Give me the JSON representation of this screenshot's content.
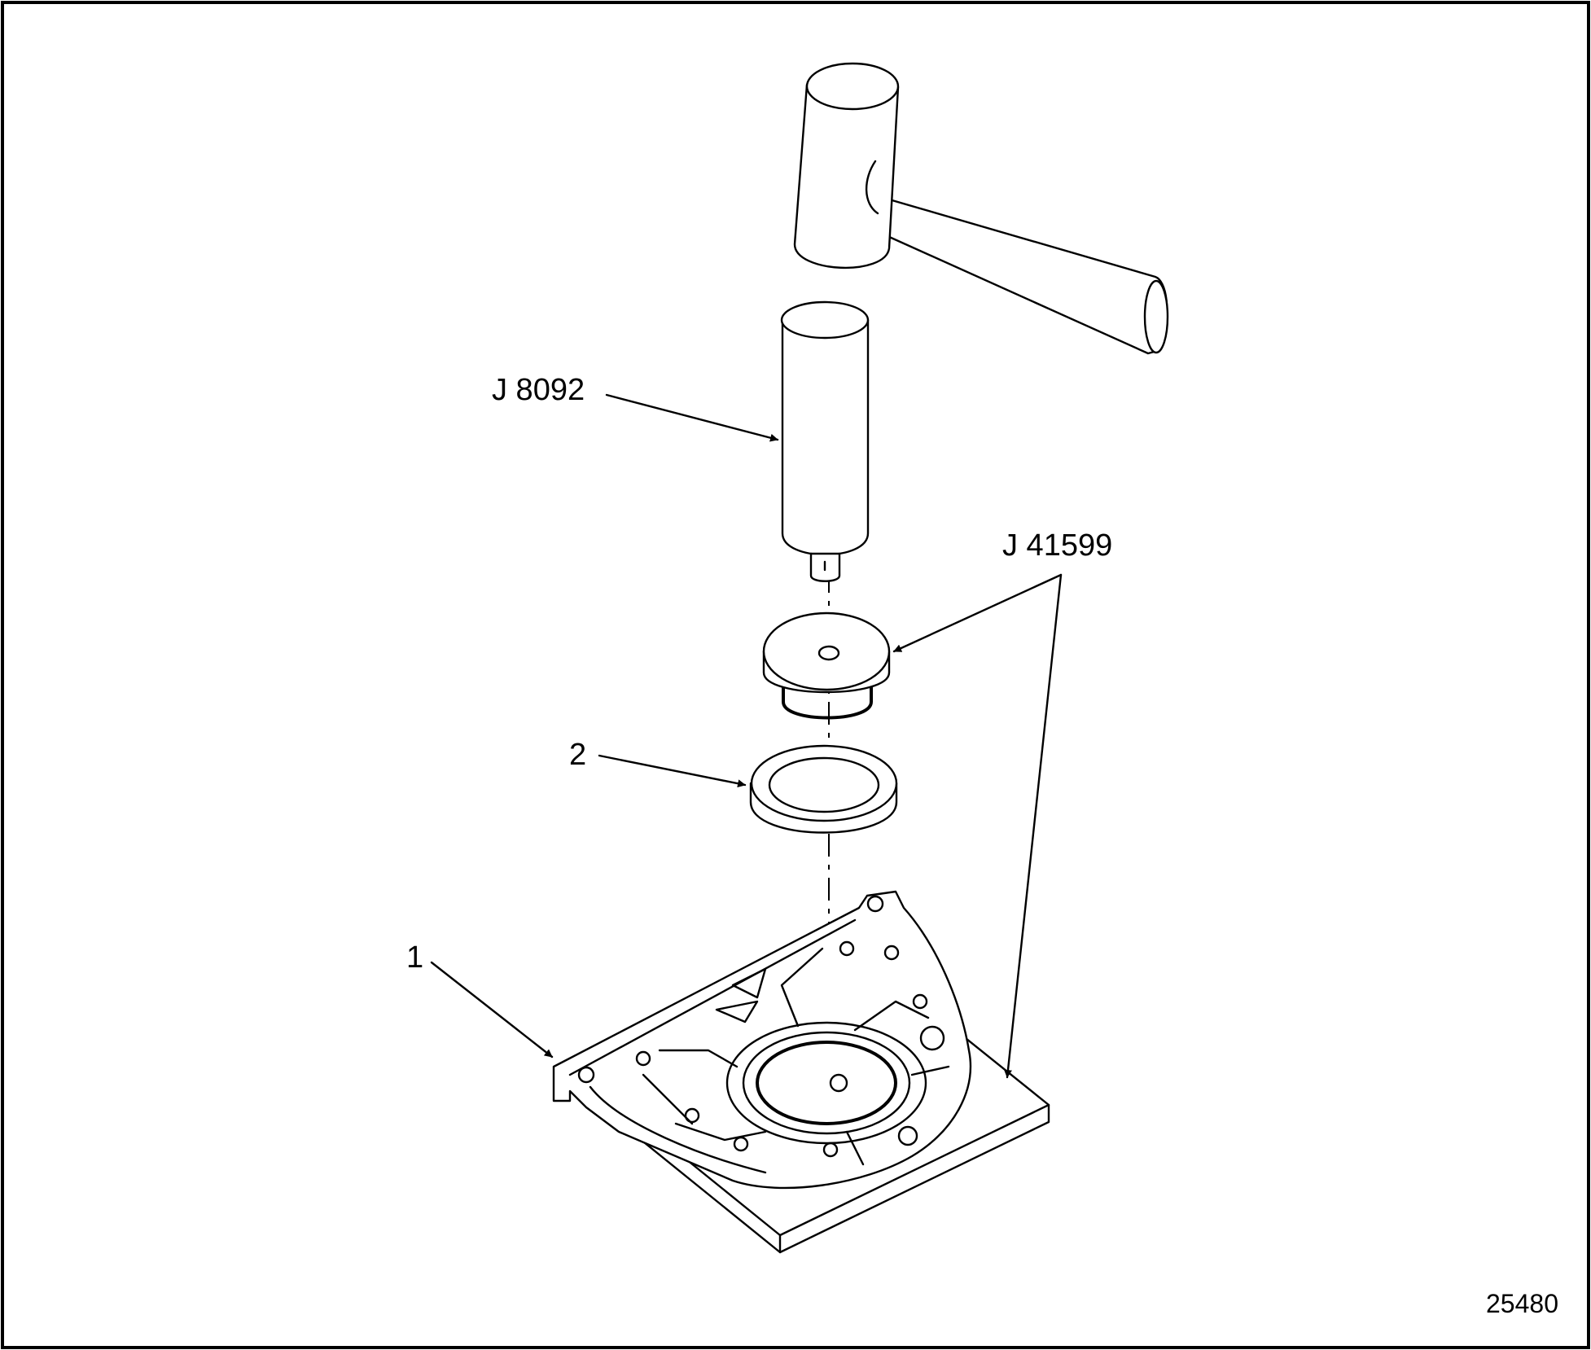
{
  "labels": {
    "driver": "J 8092",
    "installer": "J 41599",
    "seal": "2",
    "housing": "1",
    "figure_number": "25480"
  }
}
